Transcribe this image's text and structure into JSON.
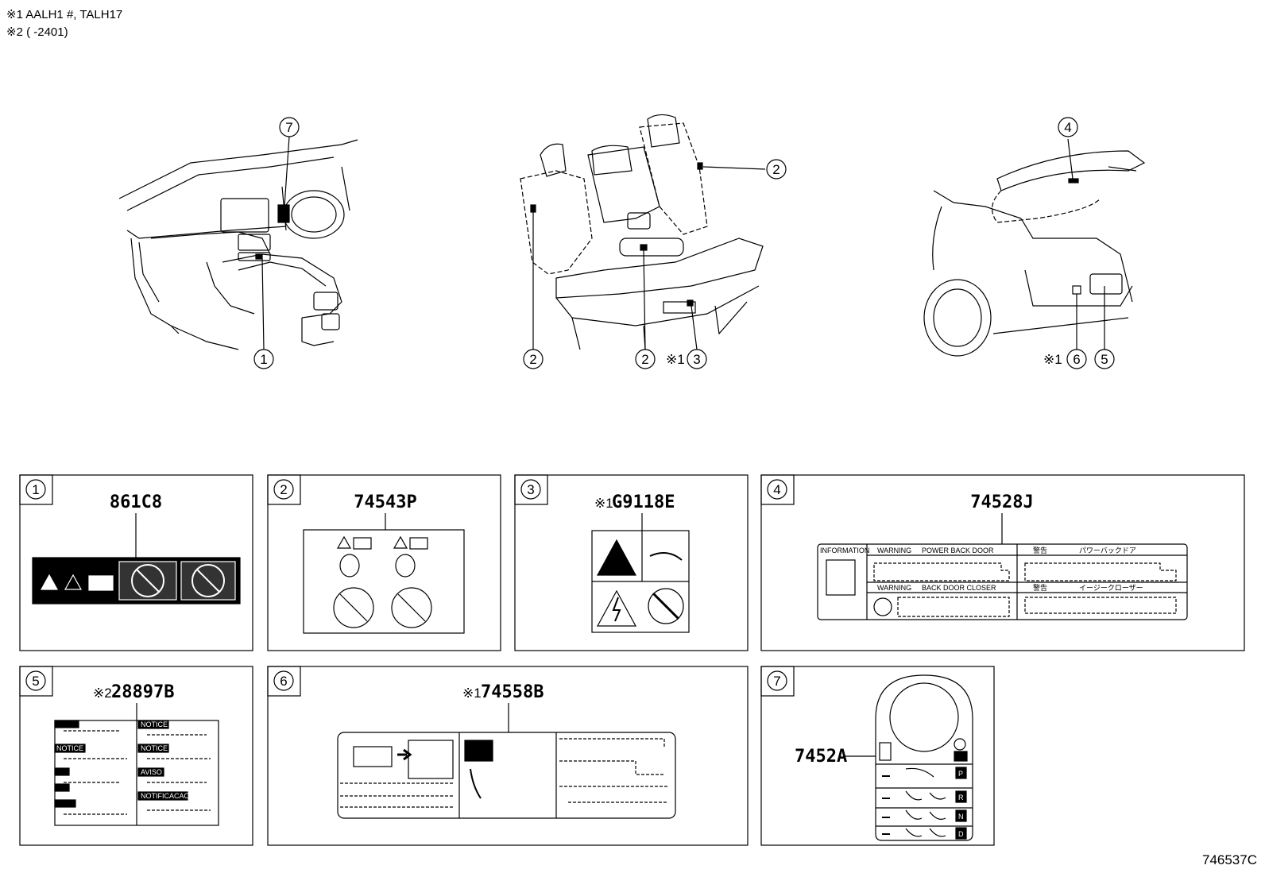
{
  "notes": {
    "note1": "※1 AALH1 #, TALH17",
    "note2": "※2 (        -2401)"
  },
  "footer": {
    "diagram_code": "746537C"
  },
  "callouts": {
    "c1": "1",
    "c2a": "2",
    "c2b": "2",
    "c2c": "2",
    "c3": "3",
    "c4": "4",
    "c5": "5",
    "c6": "6",
    "c7": "7",
    "mark1": "※1",
    "mark2": "※1"
  },
  "panels": [
    {
      "num": "1",
      "part": "861C8"
    },
    {
      "num": "2",
      "part": "74543P"
    },
    {
      "num": "3",
      "prefix": "※1",
      "part": "G9118E"
    },
    {
      "num": "4",
      "part": "74528J"
    },
    {
      "num": "5",
      "prefix": "※2",
      "part": "28897B"
    },
    {
      "num": "6",
      "prefix": "※1",
      "part": "74558B"
    },
    {
      "num": "7",
      "part": "7452A"
    }
  ],
  "label4": {
    "info": "INFORMATION",
    "w1": "WARNING",
    "t1": "POWER BACK DOOR",
    "j1a": "警告",
    "j1b": "パワーバックドア",
    "w2": "WARNING",
    "t2": "BACK DOOR CLOSER",
    "j2a": "警告",
    "j2b": "イージークローザー"
  },
  "label5": {
    "notice1": "NOTICE",
    "notice2": "NOTICE",
    "notice3": "NOTICE",
    "aviso": "AVISO",
    "notificacao": "NOTIFICACAO"
  },
  "label7": {
    "p": "P",
    "r": "R",
    "n": "N",
    "d": "D"
  }
}
